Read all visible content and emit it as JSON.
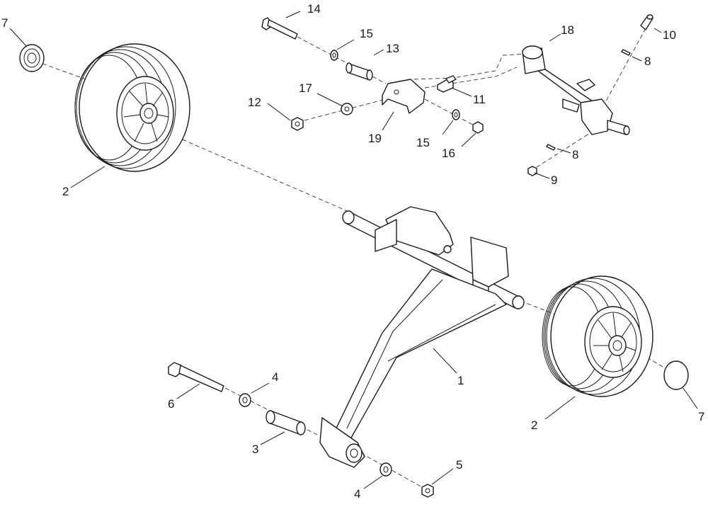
{
  "labels": {
    "p1": "1",
    "p2_left": "2",
    "p2_right": "2",
    "p3": "3",
    "p4_upper": "4",
    "p4_lower": "4",
    "p5": "5",
    "p6": "6",
    "p7_left": "7",
    "p7_right": "7",
    "p8_upper": "8",
    "p8_lower": "8",
    "p9": "9",
    "p10": "10",
    "p11": "11",
    "p12": "12",
    "p13": "13",
    "p14": "14",
    "p15_upper": "15",
    "p15_lower": "15",
    "p16": "16",
    "p17": "17",
    "p18": "18",
    "p19": "19"
  }
}
